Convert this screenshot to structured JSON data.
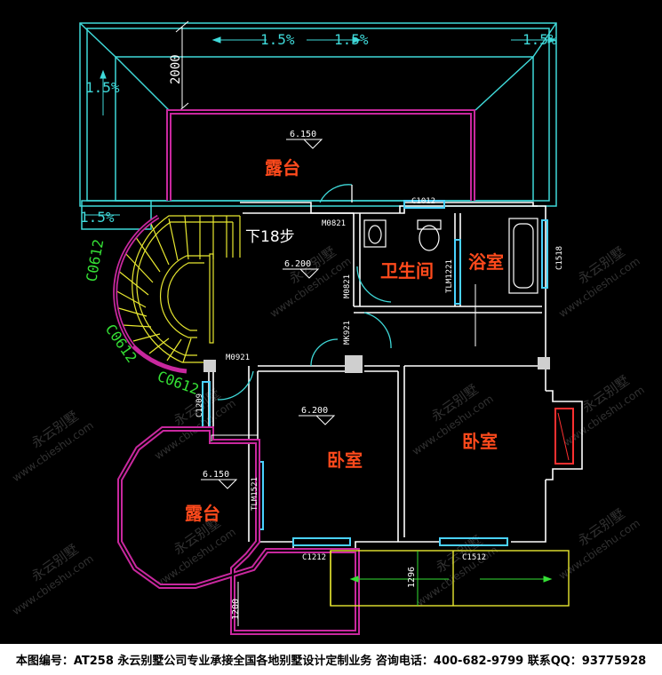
{
  "rooms": {
    "terrace_top": "露台",
    "bathroom": "卫生间",
    "shower": "浴室",
    "bedroom_left": "卧室",
    "bedroom_right": "卧室",
    "terrace_bottom": "露台"
  },
  "stair_label": "下18步",
  "elevations": {
    "terrace_top": "6.150",
    "hall": "6.200",
    "bedroom": "6.200",
    "terrace_bottom": "6.150"
  },
  "slopes": {
    "top_left": "1.5%",
    "top_mid": "1.5%",
    "top_right": "1.5%",
    "left": "1.5%",
    "balcony": "1.5%"
  },
  "dimensions": {
    "canopy_depth": "2000",
    "bay_depth": "1296",
    "bottom_depth": "1200"
  },
  "openings": {
    "door_m0821_a": "M0821",
    "door_m0821_b": "M0821",
    "door_mk921": "MK921",
    "door_m0921": "M0921",
    "window_c1012": "C1012",
    "window_c1518": "C1518",
    "window_c0612_a": "C0612",
    "window_c0612_b": "C0612",
    "window_c0612_c": "C0612",
    "window_c1209": "C1209",
    "window_c1212": "C1212",
    "window_c1512": "C1512",
    "door_tlm1221": "TLM1221",
    "door_tlm1521": "TLM1521"
  },
  "watermarks": [
    "永云别墅",
    "www.cbieshu.com"
  ],
  "colors": {
    "wall": "#ffffff",
    "canopy": "#3fd9d9",
    "railing": "#c8289e",
    "stair": "#e8e830",
    "dimension": "#35e035",
    "room_label": "#ff4a1c",
    "window": "#4ad2ff"
  },
  "footer_text": "本图编号：AT258 永云别墅公司专业承接全国各地别墅设计定制业务 咨询电话：400-682-9799 联系QQ：93775928"
}
